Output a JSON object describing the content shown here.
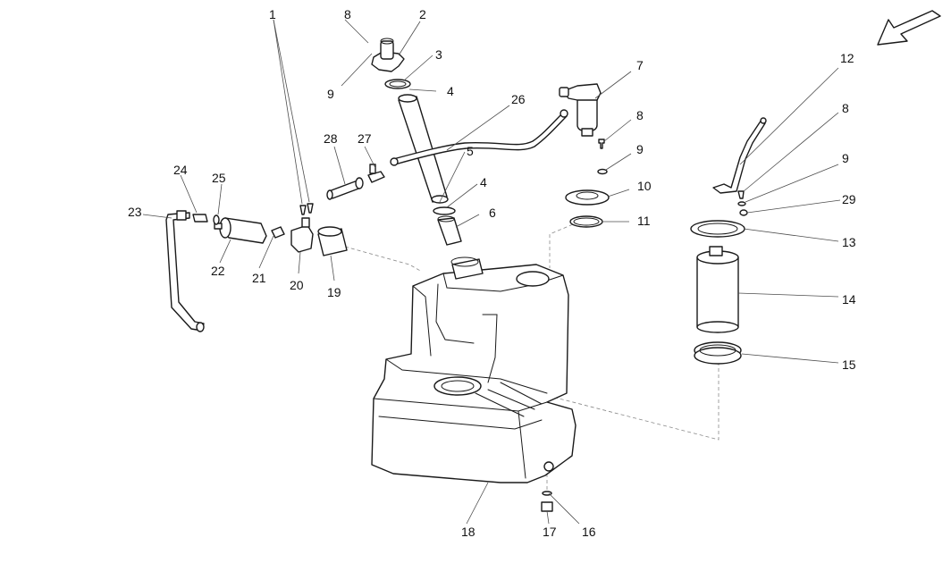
{
  "callouts": {
    "c1": "1",
    "c2": "2",
    "c3": "3",
    "c4a": "4",
    "c4b": "4",
    "c5": "5",
    "c6": "6",
    "c7": "7",
    "c8a": "8",
    "c8b": "8",
    "c8c": "8",
    "c9a": "9",
    "c9b": "9",
    "c9c": "9",
    "c10": "10",
    "c11": "11",
    "c12": "12",
    "c13": "13",
    "c14": "14",
    "c15": "15",
    "c16": "16",
    "c17": "17",
    "c18": "18",
    "c19": "19",
    "c20": "20",
    "c21": "21",
    "c22": "22",
    "c23": "23",
    "c24": "24",
    "c25": "25",
    "c26": "26",
    "c27": "27",
    "c28": "28",
    "c29": "29"
  },
  "icons": {
    "orientation": "direction-arrow-icon"
  },
  "colors": {
    "line": "#1a1a1a",
    "background": "#ffffff",
    "dashed": "#8a8a8a"
  }
}
